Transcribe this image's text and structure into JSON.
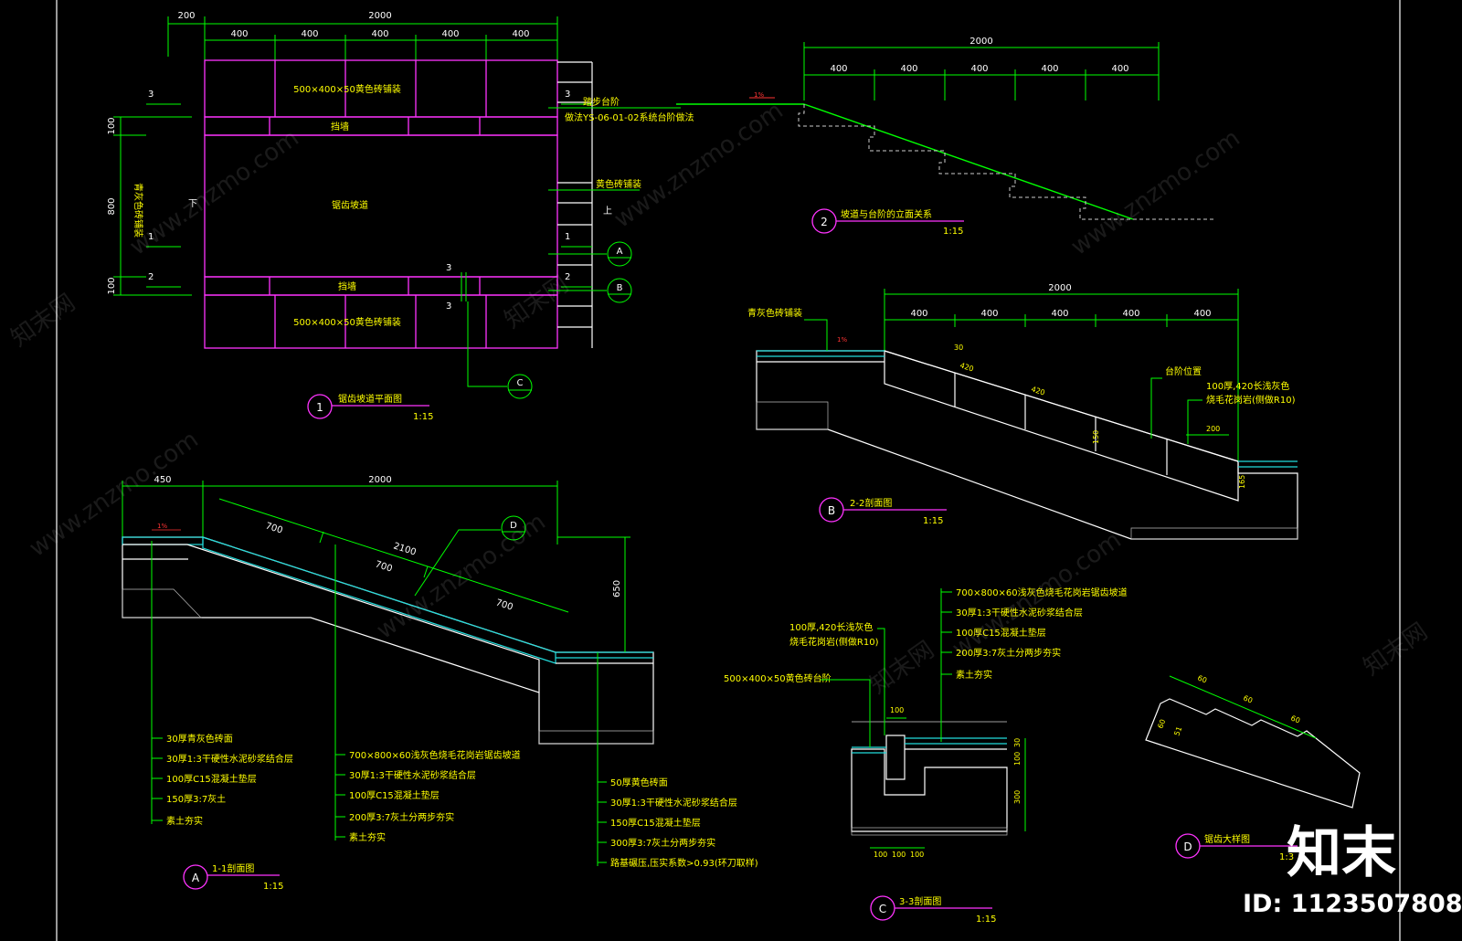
{
  "plan": {
    "dims_top": [
      "200",
      "2000"
    ],
    "dims_sub": [
      "400",
      "400",
      "400",
      "400",
      "400"
    ],
    "dims_left": [
      "100",
      "800",
      "100"
    ],
    "paver_label": "500×400×50黄色砖铺装",
    "stop_wall": "挡墙",
    "ramp_label": "锯齿坡道",
    "left_note": "青灰色砖铺装",
    "right_note_1": "踏步台阶",
    "right_note_2": "做法YS-06-01-02系统台阶做法",
    "right_note_3": "黄色砖铺装",
    "down": "下",
    "up": "上",
    "sec_marks": [
      "3",
      "1",
      "2",
      "3",
      "1",
      "2",
      "3",
      "3"
    ],
    "circle_labels": [
      "A",
      "B",
      "C"
    ],
    "title_num": "1",
    "title": "锯齿坡道平面图",
    "scale": "1:15"
  },
  "elev": {
    "dims_top": [
      "2000"
    ],
    "dims_sub": [
      "400",
      "400",
      "400",
      "400",
      "400"
    ],
    "slope": "1%",
    "title_num": "2",
    "title": "坡道与台阶的立面关系",
    "scale": "1:15"
  },
  "secB": {
    "dims_top": [
      "2000"
    ],
    "dims_sub": [
      "400",
      "400",
      "400",
      "400",
      "400"
    ],
    "left_note": "青灰色砖铺装",
    "slope": "1%",
    "dims_inner": [
      "30",
      "420",
      "420",
      "150",
      "200",
      "165"
    ],
    "step_pos": "台阶位置",
    "note_line1": "100厚,420长浅灰色",
    "note_line2": "烧毛花岗岩(侧做R10)",
    "title_num": "B",
    "title": "2-2剖面图",
    "scale": "1:15"
  },
  "secA": {
    "dims_top": [
      "450",
      "2000"
    ],
    "dims_slope": [
      "700",
      "2100",
      "700",
      "700"
    ],
    "dim_right": "650",
    "slope": "1%",
    "detail_mark": "D",
    "notes_left": [
      "30厚青灰色砖面",
      "30厚1:3干硬性水泥砂浆结合层",
      "100厚C15混凝土垫层",
      "150厚3:7灰土",
      "素土夯实"
    ],
    "notes_mid": [
      "700×800×60浅灰色烧毛花岗岩锯齿坡道",
      "30厚1:3干硬性水泥砂浆结合层",
      "100厚C15混凝土垫层",
      "200厚3:7灰土分两步夯实",
      "素土夯实"
    ],
    "notes_right": [
      "50厚黄色砖面",
      "30厚1:3干硬性水泥砂浆结合层",
      "150厚C15混凝土垫层",
      "300厚3:7灰土分两步夯实",
      "路基碾压,压实系数>0.93(环刀取样)"
    ],
    "title_num": "A",
    "title": "1-1剖面图",
    "scale": "1:15"
  },
  "secC": {
    "notes_right": [
      "700×800×60浅灰色烧毛花岗岩锯齿坡道",
      "30厚1:3干硬性水泥砂浆结合层",
      "100厚C15混凝土垫层",
      "200厚3:7灰土分两步夯实",
      "素土夯实"
    ],
    "note_top_line1": "100厚,420长浅灰色",
    "note_top_line2": "烧毛花岗岩(侧做R10)",
    "note_left": "500×400×50黄色砖台阶",
    "dim_top": "100",
    "dims_right": [
      "30",
      "100",
      "300"
    ],
    "dims_bottom": [
      "100",
      "100",
      "100"
    ],
    "title_num": "C",
    "title": "3-3剖面图",
    "scale": "1:15"
  },
  "secD": {
    "dims": [
      "60",
      "60",
      "60"
    ],
    "dims_side": [
      "60",
      "51"
    ],
    "title_num": "D",
    "title": "锯齿大样图",
    "scale": "1:3"
  },
  "brand": {
    "logo": "知末",
    "id": "ID: 1123507808",
    "watermark_url": "www.znzmo.com",
    "watermark_cn": "知末网"
  }
}
